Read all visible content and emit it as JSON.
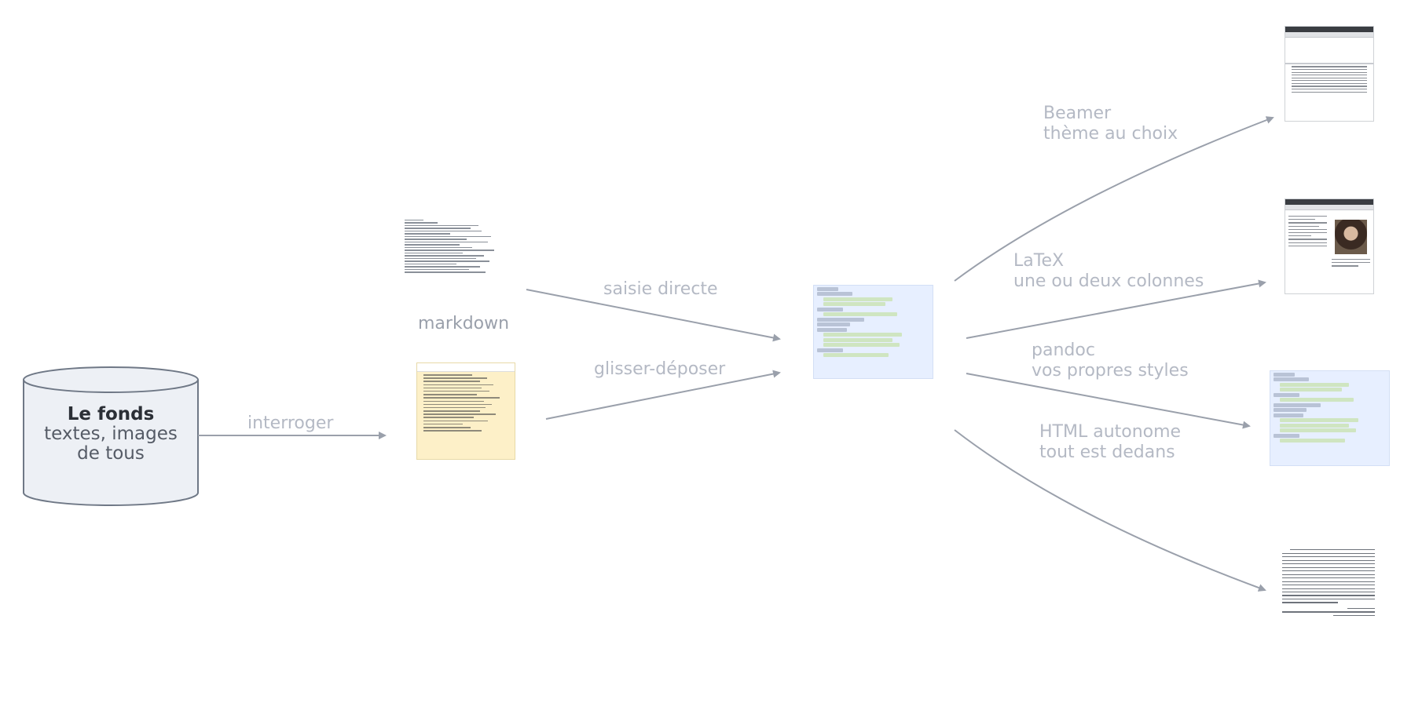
{
  "source": {
    "title": "Le fonds",
    "line1": "textes, images",
    "line2": "de tous"
  },
  "edges": {
    "query": "interroger",
    "markdown": "markdown",
    "direct": "saisie directe",
    "dragdrop": "glisser-déposer"
  },
  "outputs": {
    "beamer": {
      "line1": "Beamer",
      "line2": "thème au choix"
    },
    "latex": {
      "line1": "LaTeX",
      "line2": "une ou deux colonnes"
    },
    "pandoc": {
      "line1": "pandoc",
      "line2": "vos propres styles"
    },
    "html": {
      "line1": "HTML autonome",
      "line2": "tout est dedans"
    }
  },
  "colors": {
    "arrow": "#9aa0ab",
    "label": "#b4b9c4",
    "db_fill": "#edf0f5",
    "db_stroke": "#6f7886"
  }
}
